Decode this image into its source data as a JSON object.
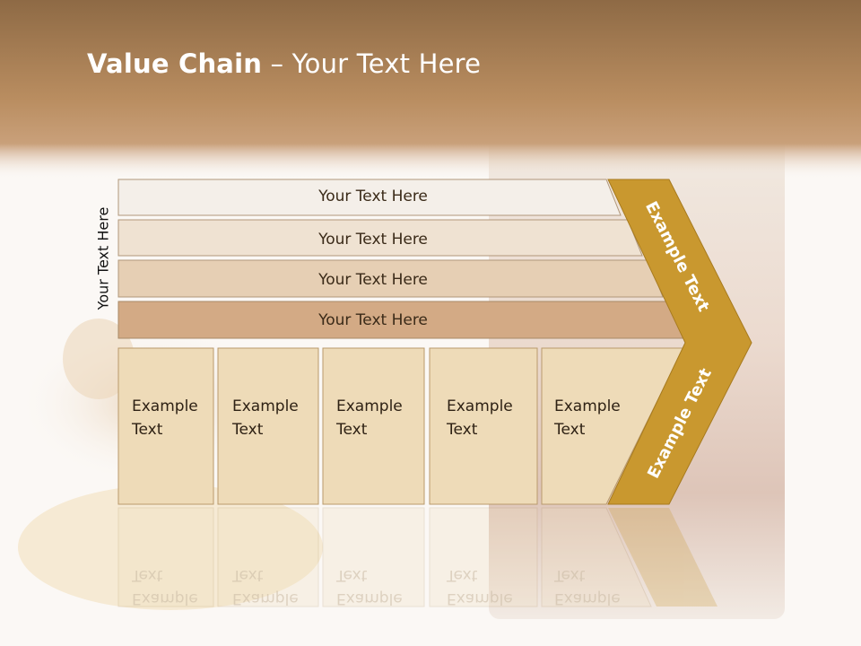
{
  "title": {
    "bold": "Value Chain",
    "rest": " – Your Text Here"
  },
  "side_label": "Your Text Here",
  "bars": [
    {
      "label": "Your Text Here",
      "fill": "#f4efe9"
    },
    {
      "label": "Your Text Here",
      "fill": "#efe2d2"
    },
    {
      "label": "Your Text Here",
      "fill": "#e6cfb4"
    },
    {
      "label": "Your Text Here",
      "fill": "#d3aa85"
    }
  ],
  "columns": [
    {
      "line1": "Example",
      "line2": "Text"
    },
    {
      "line1": "Example",
      "line2": "Text"
    },
    {
      "line1": "Example",
      "line2": "Text"
    },
    {
      "line1": "Example",
      "line2": "Text"
    },
    {
      "line1": "Example",
      "line2": "Text"
    }
  ],
  "arrow": {
    "upper_label": "Example Text",
    "lower_label": "Example Text",
    "fill": "#c9982f"
  },
  "colors": {
    "header": "#b98a5c",
    "column_fill": "#eedbb8",
    "column_border": "#b99a6c"
  }
}
